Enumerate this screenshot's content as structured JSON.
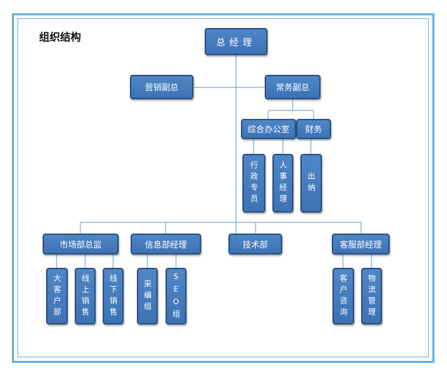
{
  "title": "组织结构",
  "colors": {
    "box_fill": "#4f86c6",
    "box_border": "#2c5282",
    "frame": "#66b0e0",
    "connector": "#7aaed6"
  },
  "nodes": {
    "general_manager": "总经理",
    "sales_vp": "营销副总",
    "executive_vp": "常务副总",
    "general_office": "综合办公室",
    "finance": "财务",
    "admin_clerk": "行政专员",
    "hr_manager": "人事经理",
    "cashier": "出纳",
    "market_director": "市场部总监",
    "info_manager": "信息部经理",
    "tech_dept": "技术部",
    "cs_manager": "客服部经理",
    "key_accounts": "大客户部",
    "online_sales": "线上销售",
    "offline_sales": "线下销售",
    "purchasing": "采编组",
    "seo_group": "SEO组",
    "customer_consult": "客户咨询",
    "logistics": "物流管理"
  }
}
